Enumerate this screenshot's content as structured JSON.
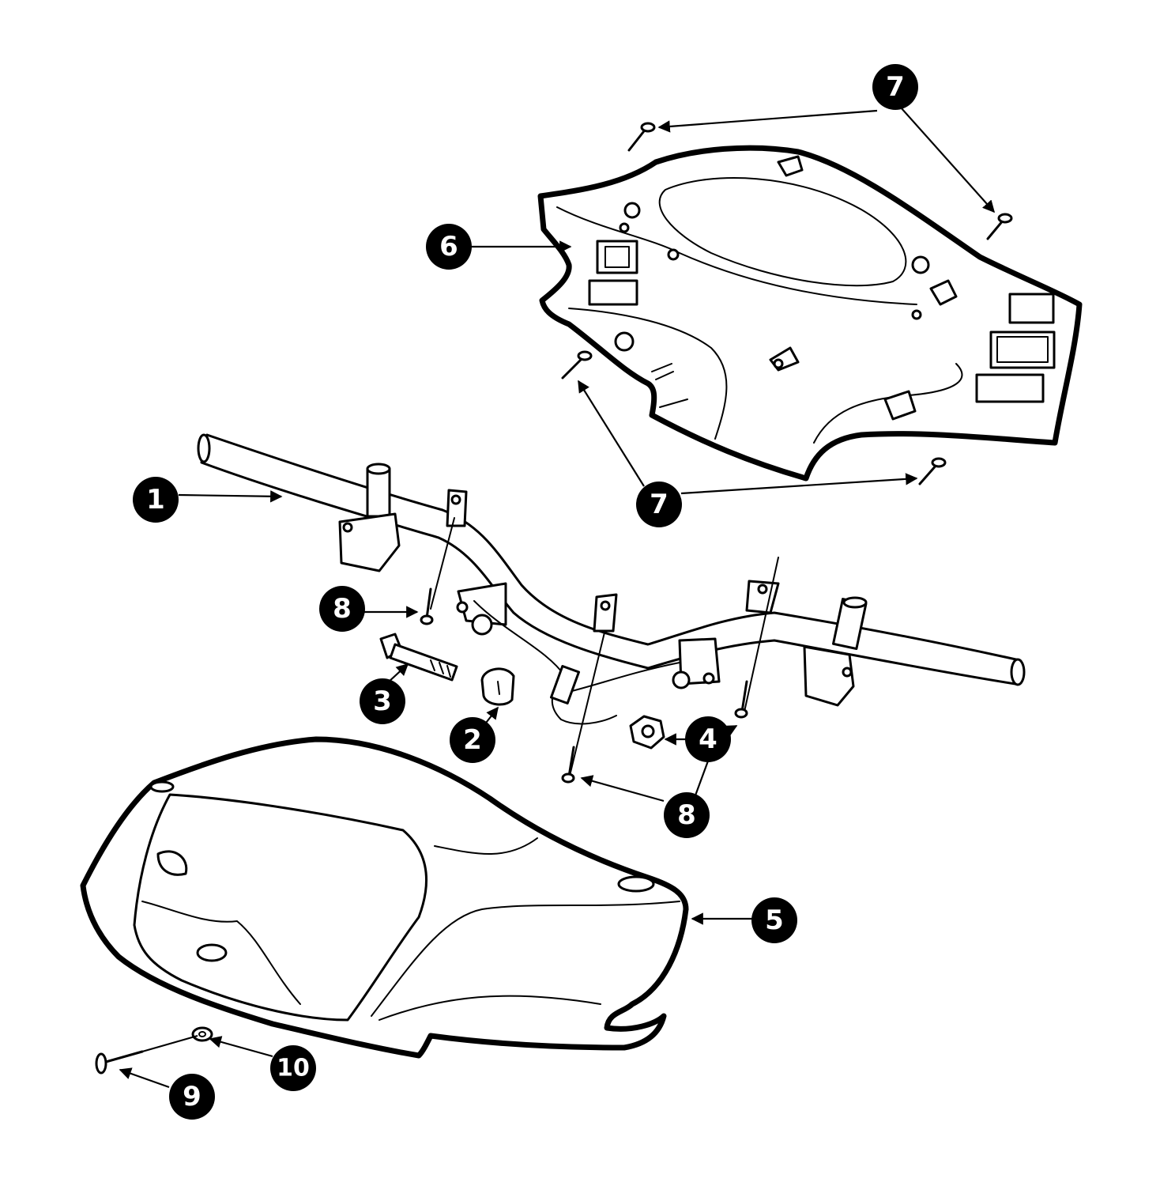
{
  "callouts": [
    {
      "id": "c7a",
      "label": "7"
    },
    {
      "id": "c6",
      "label": "6"
    },
    {
      "id": "c7b",
      "label": "7"
    },
    {
      "id": "c1",
      "label": "1"
    },
    {
      "id": "c8a",
      "label": "8"
    },
    {
      "id": "c3",
      "label": "3"
    },
    {
      "id": "c2",
      "label": "2"
    },
    {
      "id": "c4",
      "label": "4"
    },
    {
      "id": "c8b",
      "label": "8"
    },
    {
      "id": "c5",
      "label": "5"
    },
    {
      "id": "c10",
      "label": "10"
    },
    {
      "id": "c9",
      "label": "9"
    }
  ],
  "colors": {
    "ink": "#000000",
    "paper": "#ffffff",
    "badge_text": "#ffffff"
  }
}
